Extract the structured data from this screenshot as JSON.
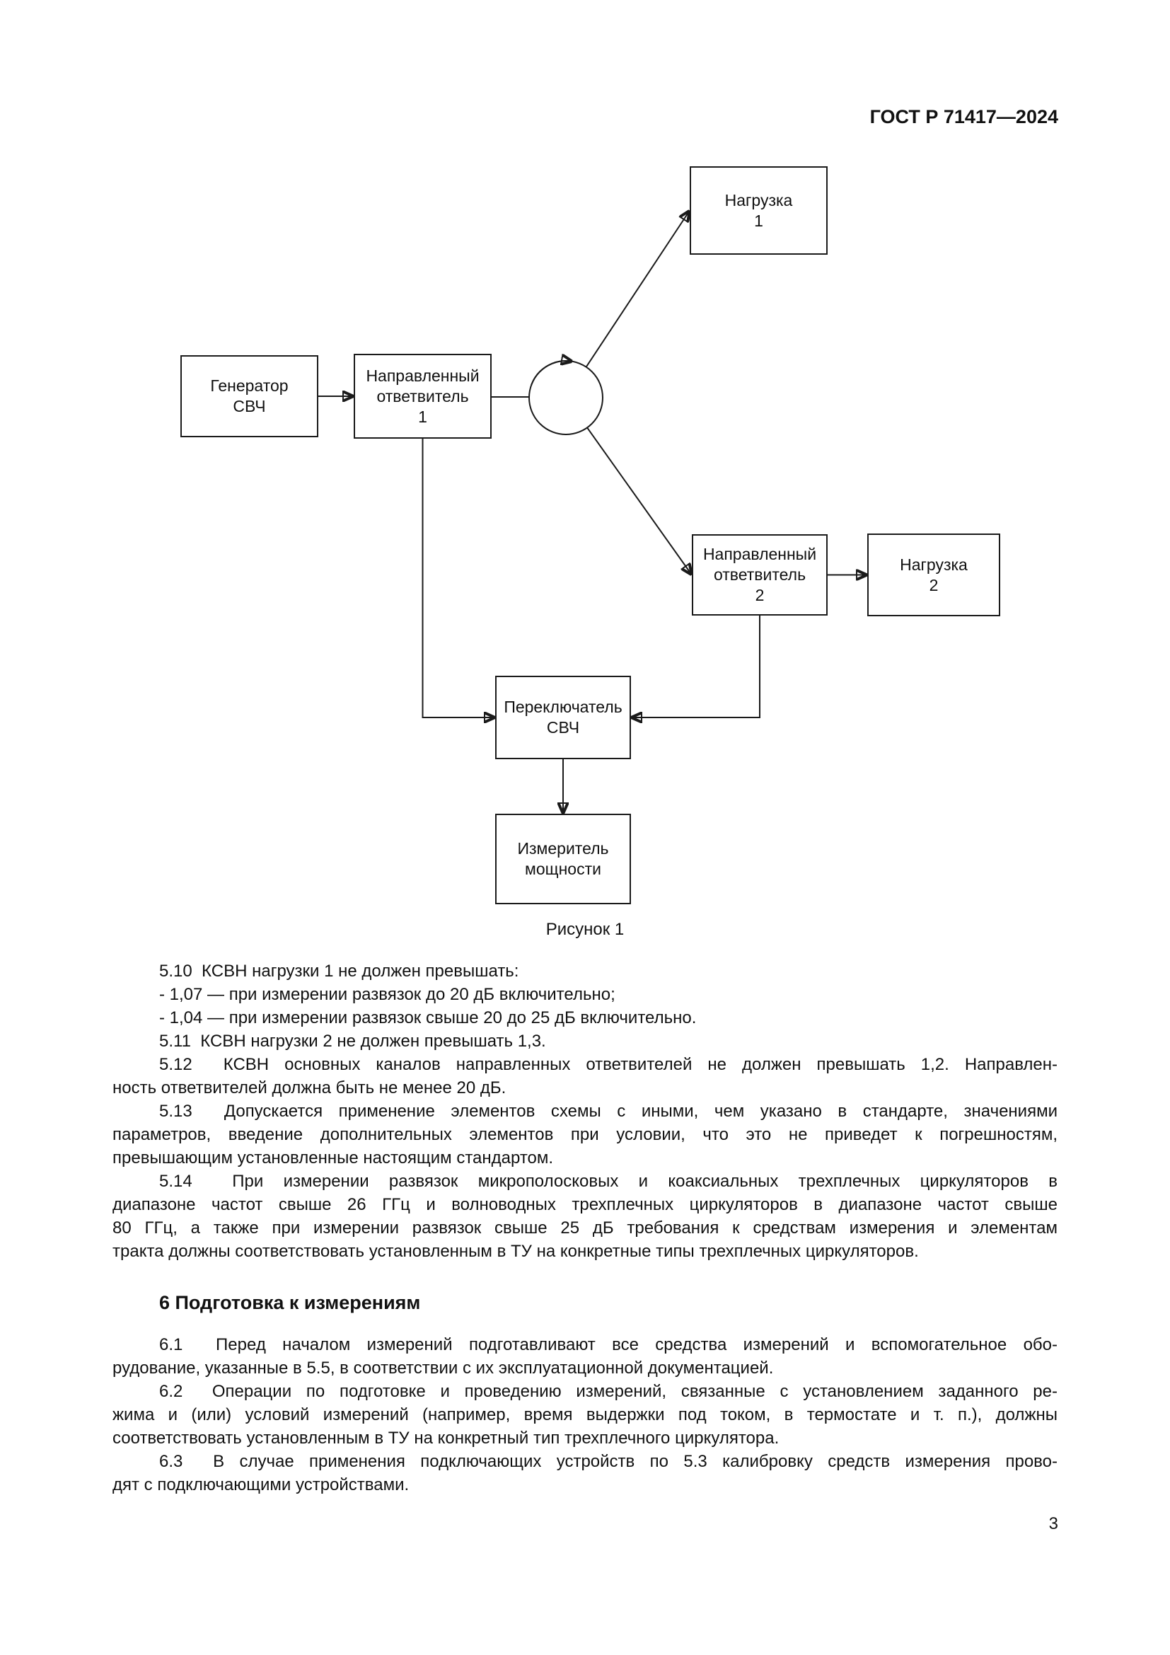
{
  "page": {
    "doc_number": "ГОСТ Р 71417—2024",
    "page_number": "3",
    "figure_caption": "Рисунок 1"
  },
  "diagram": {
    "generator": {
      "lines": [
        "Генератор",
        "СВЧ"
      ]
    },
    "coupler1": {
      "lines": [
        "Направленный",
        "ответвитель",
        "1"
      ]
    },
    "load1": {
      "lines": [
        "Нагрузка",
        "1"
      ]
    },
    "coupler2": {
      "lines": [
        "Направленный",
        "ответвитель",
        "2"
      ]
    },
    "load2": {
      "lines": [
        "Нагрузка",
        "2"
      ]
    },
    "switch": {
      "lines": [
        "Переключатель",
        "СВЧ"
      ]
    },
    "meter": {
      "lines": [
        "Измеритель",
        "мощности"
      ]
    }
  },
  "body": {
    "blocks": [
      {
        "type": "p",
        "lines": [
          {
            "t": "5.10  КСВН нагрузки 1 не должен превышать:",
            "indent": true
          }
        ]
      },
      {
        "type": "p",
        "lines": [
          {
            "t": "- 1,07 — при измерении развязок до 20 дБ включительно;",
            "indent": true
          }
        ]
      },
      {
        "type": "p",
        "lines": [
          {
            "t": "- 1,04 — при измерении развязок свыше 20 до 25 дБ включительно.",
            "indent": true
          }
        ]
      },
      {
        "type": "p",
        "lines": [
          {
            "t": "5.11  КСВН нагрузки 2 не должен превышать 1,3.",
            "indent": true
          }
        ]
      },
      {
        "type": "p",
        "lines": [
          {
            "t": "5.12  КСВН основных каналов направленных ответвителей не должен превышать 1,2. Направлен-",
            "indent": true
          },
          {
            "t": "ность ответвителей должна быть не менее 20 дБ.",
            "indent": false
          }
        ]
      },
      {
        "type": "p",
        "lines": [
          {
            "t": "5.13  Допускается применение элементов схемы с иными, чем указано в стандарте, значениями",
            "indent": true
          },
          {
            "t": "параметров, введение дополнительных элементов при условии, что это не приведет к погрешностям,",
            "indent": false
          },
          {
            "t": "превышающим установленные настоящим стандартом.",
            "indent": false
          }
        ]
      },
      {
        "type": "p",
        "lines": [
          {
            "t": "5.14  При измерении развязок микрополосковых и коаксиальных трехплечных циркуляторов в",
            "indent": true
          },
          {
            "t": "диапазоне частот свыше 26 ГГц и волноводных трехплечных циркуляторов в диапазоне частот свыше",
            "indent": false
          },
          {
            "t": "80 ГГц, а также при измерении развязок свыше 25 дБ требования к средствам измерения и элементам",
            "indent": false
          },
          {
            "t": "тракта должны соответствовать установленным в ТУ на конкретные типы трехплечных циркуляторов.",
            "indent": false
          }
        ]
      },
      {
        "type": "h2",
        "text": "6  Подготовка к измерениям"
      },
      {
        "type": "p",
        "lines": [
          {
            "t": "6.1  Перед началом измерений подготавливают все средства измерений и вспомогательное обо-",
            "indent": true
          },
          {
            "t": "рудование, указанные в 5.5, в соответствии с их эксплуатационной документацией.",
            "indent": false
          }
        ]
      },
      {
        "type": "p",
        "lines": [
          {
            "t": "6.2  Операции по подготовке и проведению измерений, связанные с установлением заданного ре-",
            "indent": true
          },
          {
            "t": "жима и (или) условий измерений (например, время выдержки под током, в термостате и т. п.), должны",
            "indent": false
          },
          {
            "t": "соответствовать установленным в ТУ на конкретный тип трехплечного циркулятора.",
            "indent": false
          }
        ]
      },
      {
        "type": "p",
        "lines": [
          {
            "t": "6.3  В случае применения подключающих устройств по 5.3 калибровку средств измерения прово-",
            "indent": true
          },
          {
            "t": "дят с подключающими устройствами.",
            "indent": false
          }
        ]
      }
    ]
  }
}
